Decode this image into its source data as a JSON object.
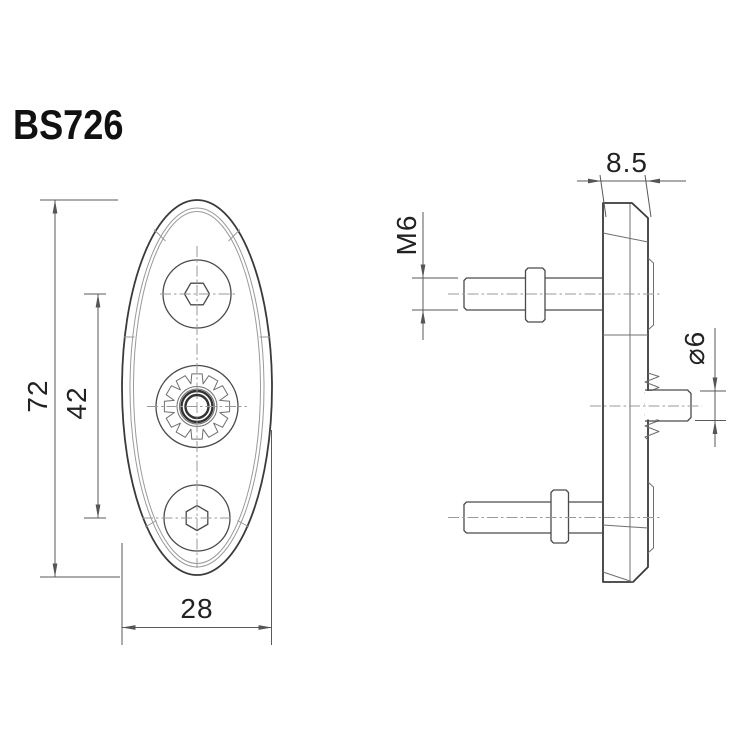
{
  "title": "BS726",
  "front_view": {
    "height_dim": "72",
    "hole_spacing_dim": "42",
    "width_dim": "28"
  },
  "side_view": {
    "thickness_dim": "8.5",
    "thread_dim": "M6",
    "stud_diameter_dim": "⌀6"
  },
  "colors": {
    "outline": "#3a3a3a",
    "thin_line": "#6f6f6f",
    "light_line": "#9a9a9a",
    "centerline": "#999999",
    "dimension_line": "#5a5a5a",
    "text": "#222222",
    "background": "#ffffff"
  }
}
